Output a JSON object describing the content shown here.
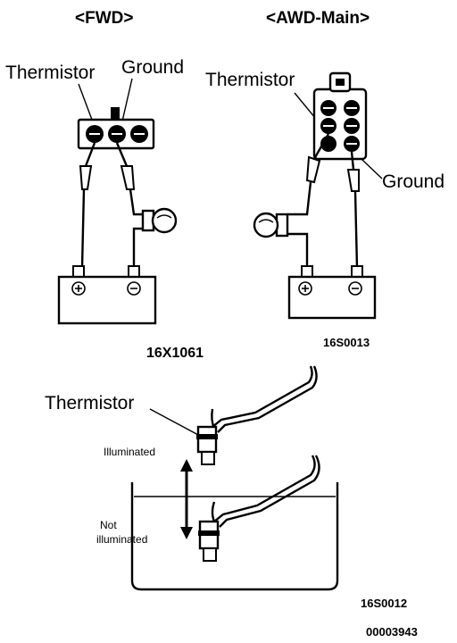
{
  "headers": {
    "fwd": "<FWD>",
    "awd": "<AWD-Main>"
  },
  "fwd": {
    "thermistor": "Thermistor",
    "ground": "Ground",
    "code": "16X1061"
  },
  "awd": {
    "thermistor": "Thermistor",
    "ground": "Ground",
    "code": "16S0013"
  },
  "test": {
    "thermistor": "Thermistor",
    "illuminated": "Illuminated",
    "not_illuminated_1": "Not",
    "not_illuminated_2": "illuminated",
    "code": "16S0012"
  },
  "doc_code": "00003943"
}
